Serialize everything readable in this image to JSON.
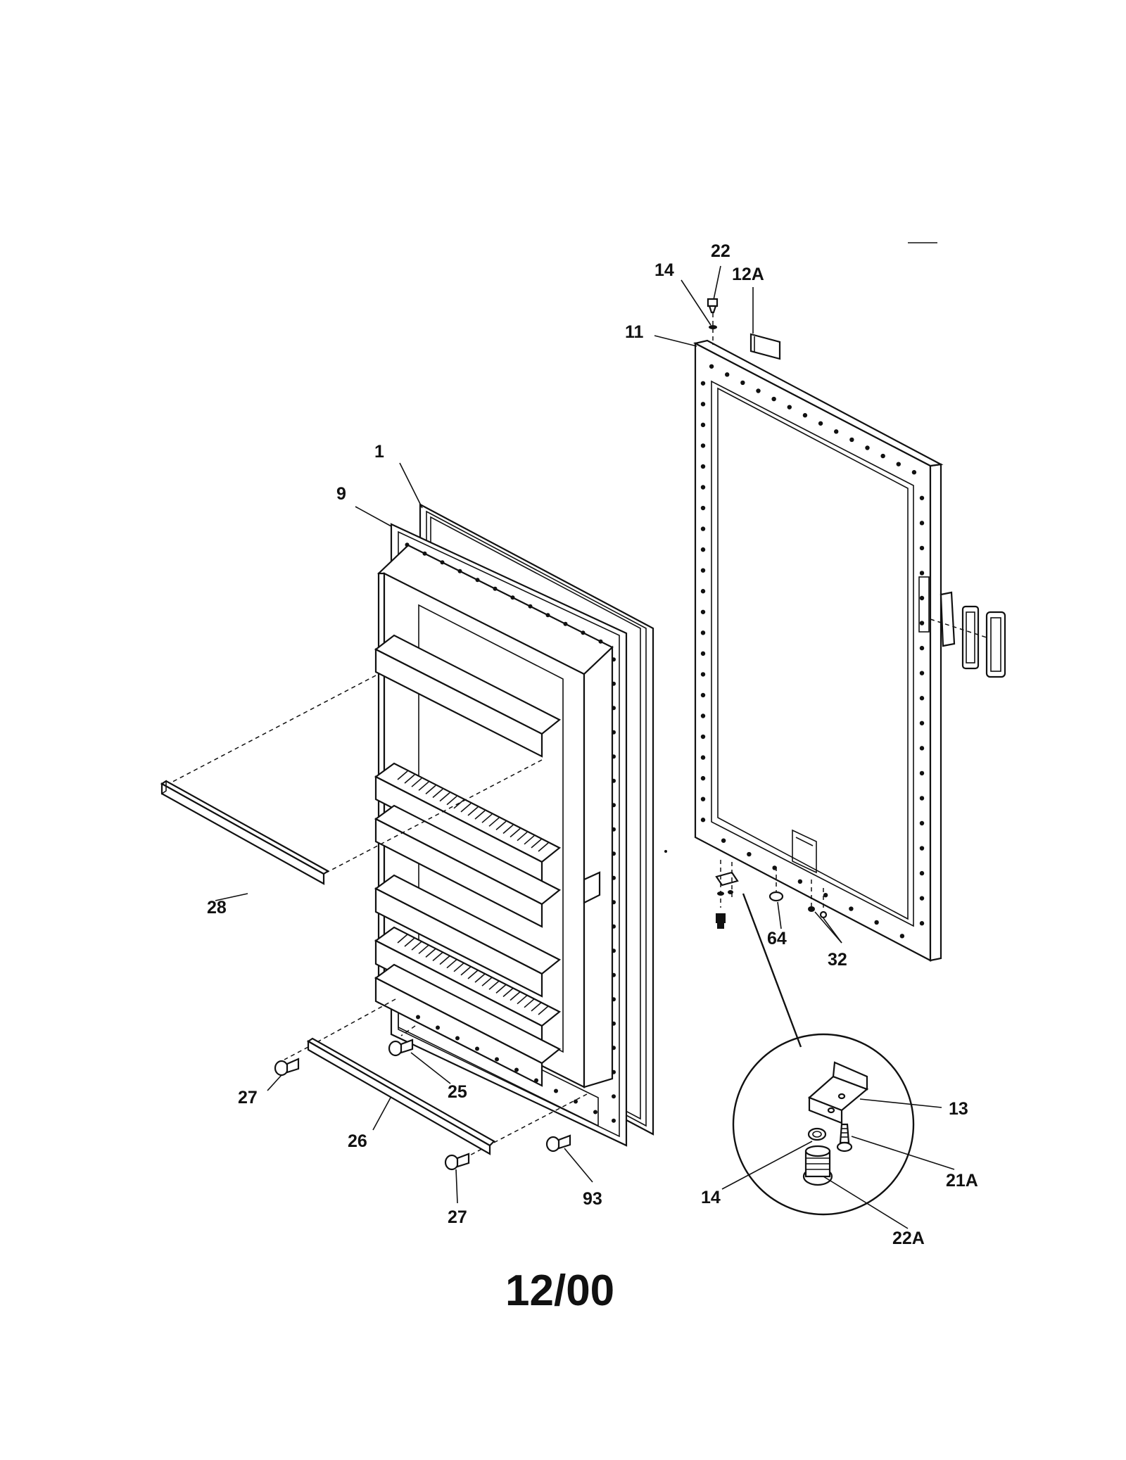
{
  "diagram": {
    "labels": {
      "p22": "22",
      "p14_top": "14",
      "p12A": "12A",
      "p11": "11",
      "p1": "1",
      "p9": "9",
      "p28": "28",
      "p64": "64",
      "p32": "32",
      "p27_left": "27",
      "p25": "25",
      "p26": "26",
      "p27_bottom": "27",
      "p93": "93",
      "p13": "13",
      "p21A": "21A",
      "p14_detail": "14",
      "p22A": "22A"
    },
    "footer": "12/00"
  }
}
